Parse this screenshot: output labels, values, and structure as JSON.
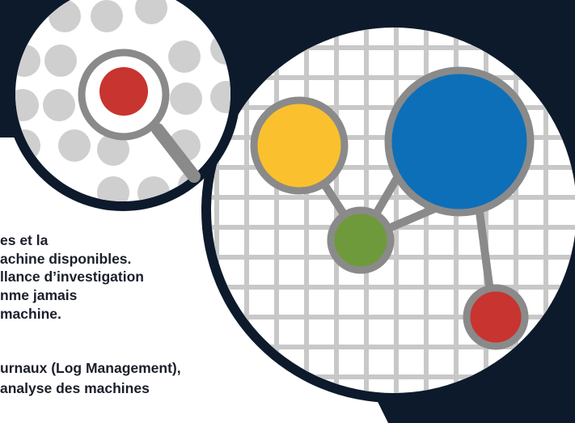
{
  "colors": {
    "navy": "#0c1a2b",
    "grid_line": "#c8c8c8",
    "node_border": "#8a8a8a",
    "yellow": "#fbc02d",
    "blue": "#0d6fb8",
    "green": "#6f9a3b",
    "red": "#c8342f",
    "dot_gray": "#cfcfcf",
    "text": "#1b1f2a"
  },
  "icons": {
    "magnifier": "magnifier-icon",
    "network": "network-graph-icon"
  },
  "text": {
    "lines": [
      "es et la",
      "achine disponibles.",
      "llance d’investigation",
      "nme jamais",
      "machine.",
      "urnaux (Log Management),",
      "analyse des machines"
    ]
  }
}
